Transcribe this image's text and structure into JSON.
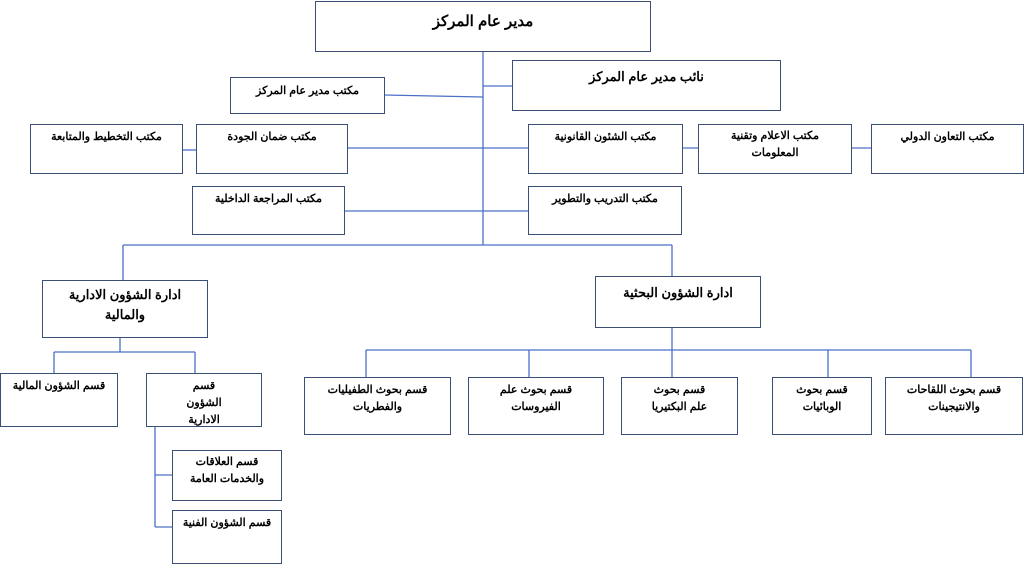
{
  "org_chart": {
    "director": "مدير عام المركز",
    "deputy": "نائب مدير عام المركز",
    "director_office": "مكتب مدير عام المركز",
    "offices": {
      "planning": "مكتب التخطيط والمتابعة",
      "quality": "مكتب ضمان الجودة",
      "legal": "مكتب الشئون القانونية",
      "media_it": "مكتب الاعلام وتقنية المعلومات",
      "international": "مكتب التعاون الدولي",
      "internal_audit": "مكتب المراجعة الداخلية",
      "training": "مكتب التدريب والتطوير"
    },
    "admin_dept": {
      "title": "ادارة الشؤون الادارية والمالية",
      "sections": {
        "financial": "قسم الشؤون المالية",
        "administrative": "قسم الشؤون الادارية",
        "relations": "قسم العلاقات والخدمات العامة",
        "technical": "قسم الشؤون الفنية"
      }
    },
    "research_dept": {
      "title": "ادارة الشؤون البحثية",
      "sections": {
        "parasites": "قسم بحوث الطفيليات والفطريات",
        "virology": "قسم بحوث علم الفيروسات",
        "bacteriology": "قسم بحوث علم البكتيريا",
        "epidemics": "قسم بحوث الوبائيات",
        "vaccines": "قسم بحوث اللقاحات والانتيجينات"
      }
    }
  },
  "colors": {
    "box_border": "#3b4f74",
    "connector": "#4a70c8",
    "text": "#000000"
  }
}
